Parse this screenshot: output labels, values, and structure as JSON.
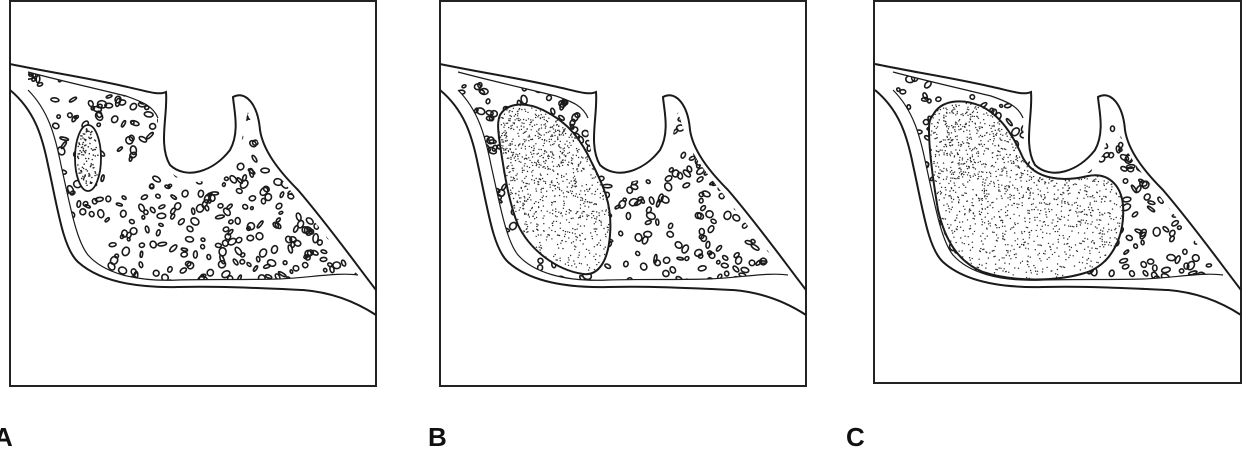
{
  "figure": {
    "panels": [
      {
        "id": "a",
        "label": "A",
        "cavity": "small"
      },
      {
        "id": "b",
        "label": "B",
        "cavity": "medium"
      },
      {
        "id": "c",
        "label": "C",
        "cavity": "large"
      }
    ],
    "colors": {
      "ink": "#1a1a1a",
      "frame": "#222222",
      "paper": "#ffffff",
      "stipple": "#2a2a2a"
    }
  }
}
